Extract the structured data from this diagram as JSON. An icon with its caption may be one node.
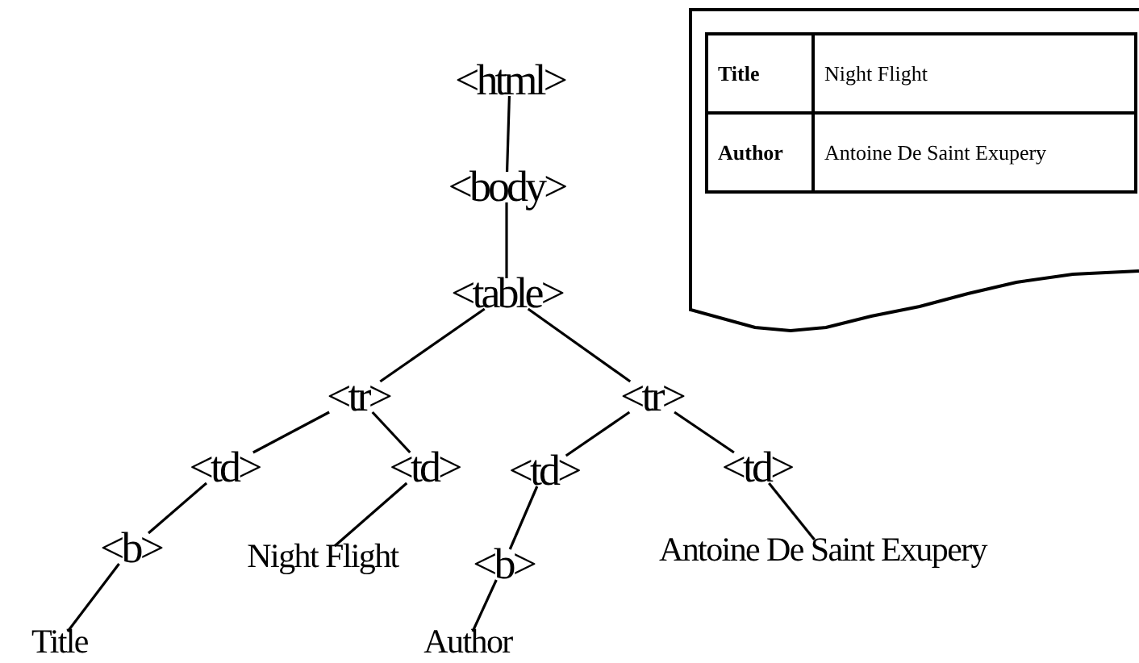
{
  "diagram": {
    "nodes": [
      {
        "text": [
          "<html>"
        ]
      },
      {
        "text": [
          "<body>"
        ]
      },
      {
        "text": [
          "<table>"
        ]
      },
      {
        "text": [
          "<tr>"
        ]
      },
      {
        "text": [
          "<tr>"
        ]
      },
      {
        "text": [
          "<td>"
        ]
      },
      {
        "text": [
          "<td>"
        ]
      },
      {
        "text": [
          "<td>"
        ]
      },
      {
        "text": [
          "<td>"
        ]
      },
      {
        "text": [
          "<b>"
        ]
      },
      {
        "text": [
          "Night Flight"
        ]
      },
      {
        "text": [
          "<b>"
        ]
      },
      {
        "text": [
          "Antoine De Saint Exupery"
        ]
      },
      {
        "text": [
          "Title"
        ]
      },
      {
        "text": [
          "Author"
        ]
      }
    ],
    "edges": [
      {
        "from": 0,
        "to": 1,
        "arrow": "none"
      },
      {
        "from": 1,
        "to": 2,
        "arrow": "none"
      },
      {
        "from": 2,
        "to": 3,
        "arrow": "none"
      },
      {
        "from": 2,
        "to": 4,
        "arrow": "none"
      },
      {
        "from": 3,
        "to": 5,
        "arrow": "none"
      },
      {
        "from": 3,
        "to": 6,
        "arrow": "none"
      },
      {
        "from": 4,
        "to": 7,
        "arrow": "none"
      },
      {
        "from": 4,
        "to": 8,
        "arrow": "none"
      },
      {
        "from": 5,
        "to": 9,
        "arrow": "none"
      },
      {
        "from": 6,
        "to": 10,
        "arrow": "none"
      },
      {
        "from": 7,
        "to": 11,
        "arrow": "none"
      },
      {
        "from": 8,
        "to": 12,
        "arrow": "none"
      },
      {
        "from": 9,
        "to": 13,
        "arrow": "none"
      },
      {
        "from": 11,
        "to": 14,
        "arrow": "none"
      }
    ],
    "labels": [
      "Title",
      "Night Flight",
      "Author",
      "Antoine De Saint Exupery"
    ]
  }
}
